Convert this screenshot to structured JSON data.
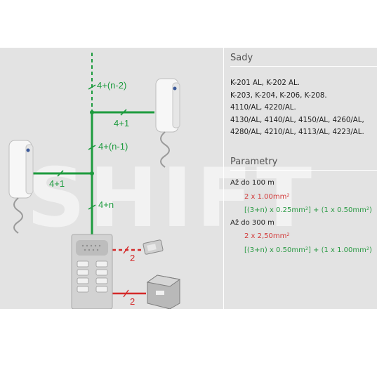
{
  "wire_labels": {
    "top_dashed": "4+(n-2)",
    "right_phone": "4+1",
    "middle": "4+(n-1)",
    "left_phone": "4+1",
    "bottom": "4+n",
    "lock": "2",
    "power": "2"
  },
  "watermark": "SHIFT",
  "sets": {
    "heading": "Sady",
    "lines": [
      "K-201 AL, K-202 AL.",
      "K-203, K-204, K-206, K-208.",
      "4110/AL, 4220/AL.",
      "4130/AL, 4140/AL, 4150/AL, 4260/AL,",
      "4280/AL, 4210/AL, 4113/AL, 4223/AL."
    ]
  },
  "parameters": {
    "heading": "Parametry",
    "groups": [
      {
        "distance": "Až do 100 m",
        "power_wire": "2 x 1.00mm",
        "power_sup": "2",
        "bus_a": "[(3+n) x 0.25mm",
        "bus_a_sup": "2",
        "bus_b": "] + (1 x 0.50mm",
        "bus_b_sup": "2",
        "bus_c": ")"
      },
      {
        "distance": "Až do 300 m",
        "power_wire": "2 x 2,50mm",
        "power_sup": "2",
        "bus_a": "[(3+n) x 0.50mm",
        "bus_a_sup": "2",
        "bus_b": "] + (1 x 1.00mm",
        "bus_b_sup": "2",
        "bus_c": ")"
      }
    ]
  },
  "colors": {
    "panel": "#e3e3e3",
    "wire_green": "#1d9b3e",
    "wire_red": "#d42a2a",
    "text_red": "#d23a3a",
    "text_green": "#2a9a44"
  },
  "icons": [
    "intercom-handset-icon",
    "door-panel-icon",
    "electric-lock-icon",
    "power-supply-icon"
  ]
}
